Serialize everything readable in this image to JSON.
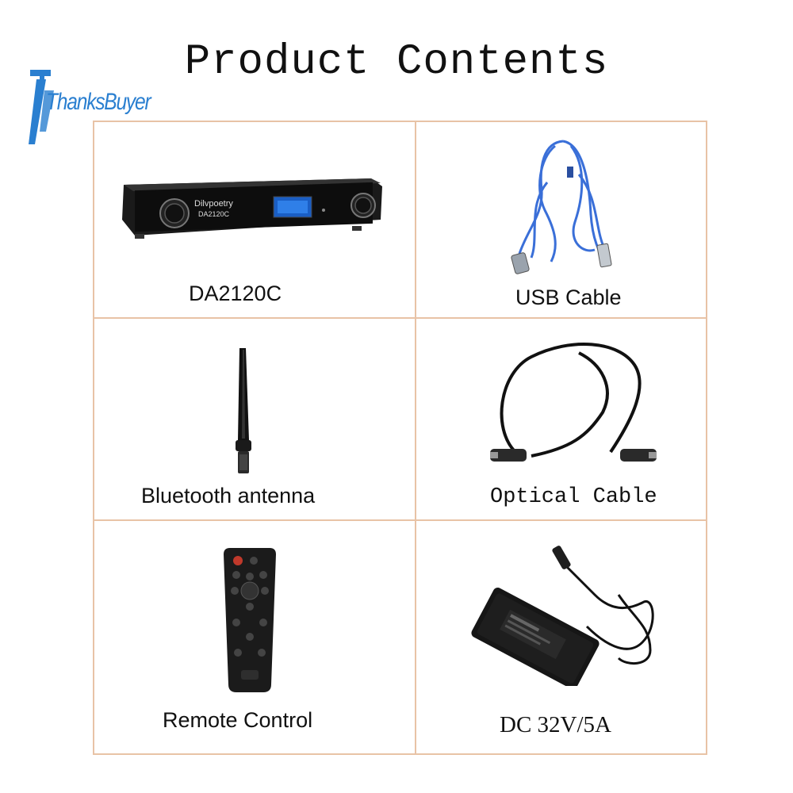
{
  "title": "Product Contents",
  "brand": {
    "name": "ThanksBuyer",
    "color": "#2a7fd0"
  },
  "border_color": "#e8c3a6",
  "device": {
    "brand": "Dilvpoetry",
    "model": "DA2120C"
  },
  "items": [
    {
      "label": "DA2120C",
      "icon": "dac-amplifier"
    },
    {
      "label": "USB Cable",
      "icon": "usb-cable"
    },
    {
      "label": "Bluetooth antenna",
      "icon": "antenna"
    },
    {
      "label": "Optical Cable",
      "icon": "optical-cable"
    },
    {
      "label": "Remote Control",
      "icon": "remote-control"
    },
    {
      "label": "DC 32V/5A",
      "icon": "power-adapter"
    }
  ]
}
